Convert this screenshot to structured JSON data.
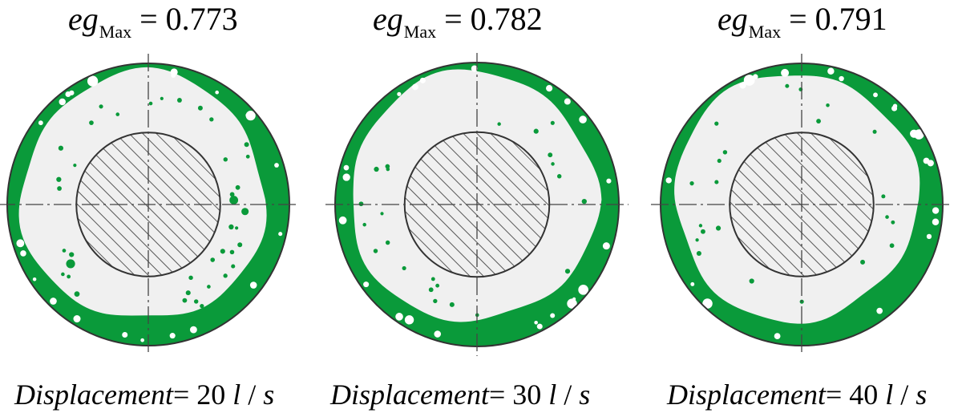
{
  "colors": {
    "fluid": "#0a9a3a",
    "cuttings_bed": "#f0f0f0",
    "bubble": "#ffffff",
    "particle": "#0a9a3a",
    "outline": "#333333",
    "hatch": "#333333",
    "centerline": "#444444"
  },
  "panels": [
    {
      "eg_symbol": "eg",
      "eg_subscript": "Max",
      "eg_value": "= 0.773",
      "displacement_label": "Displacement",
      "displacement_value": "= 20",
      "unit_l": "l",
      "unit_sep": " / ",
      "unit_s": "s"
    },
    {
      "eg_symbol": "eg",
      "eg_subscript": "Max",
      "eg_value": "= 0.782",
      "displacement_label": "Displacement",
      "displacement_value": "= 30",
      "unit_l": "l",
      "unit_sep": " / ",
      "unit_s": "s"
    },
    {
      "eg_symbol": "eg",
      "eg_subscript": "Max",
      "eg_value": "= 0.791",
      "displacement_label": "Displacement",
      "displacement_value": "= 40",
      "unit_l": "l",
      "unit_sep": " / ",
      "unit_s": "s"
    }
  ]
}
